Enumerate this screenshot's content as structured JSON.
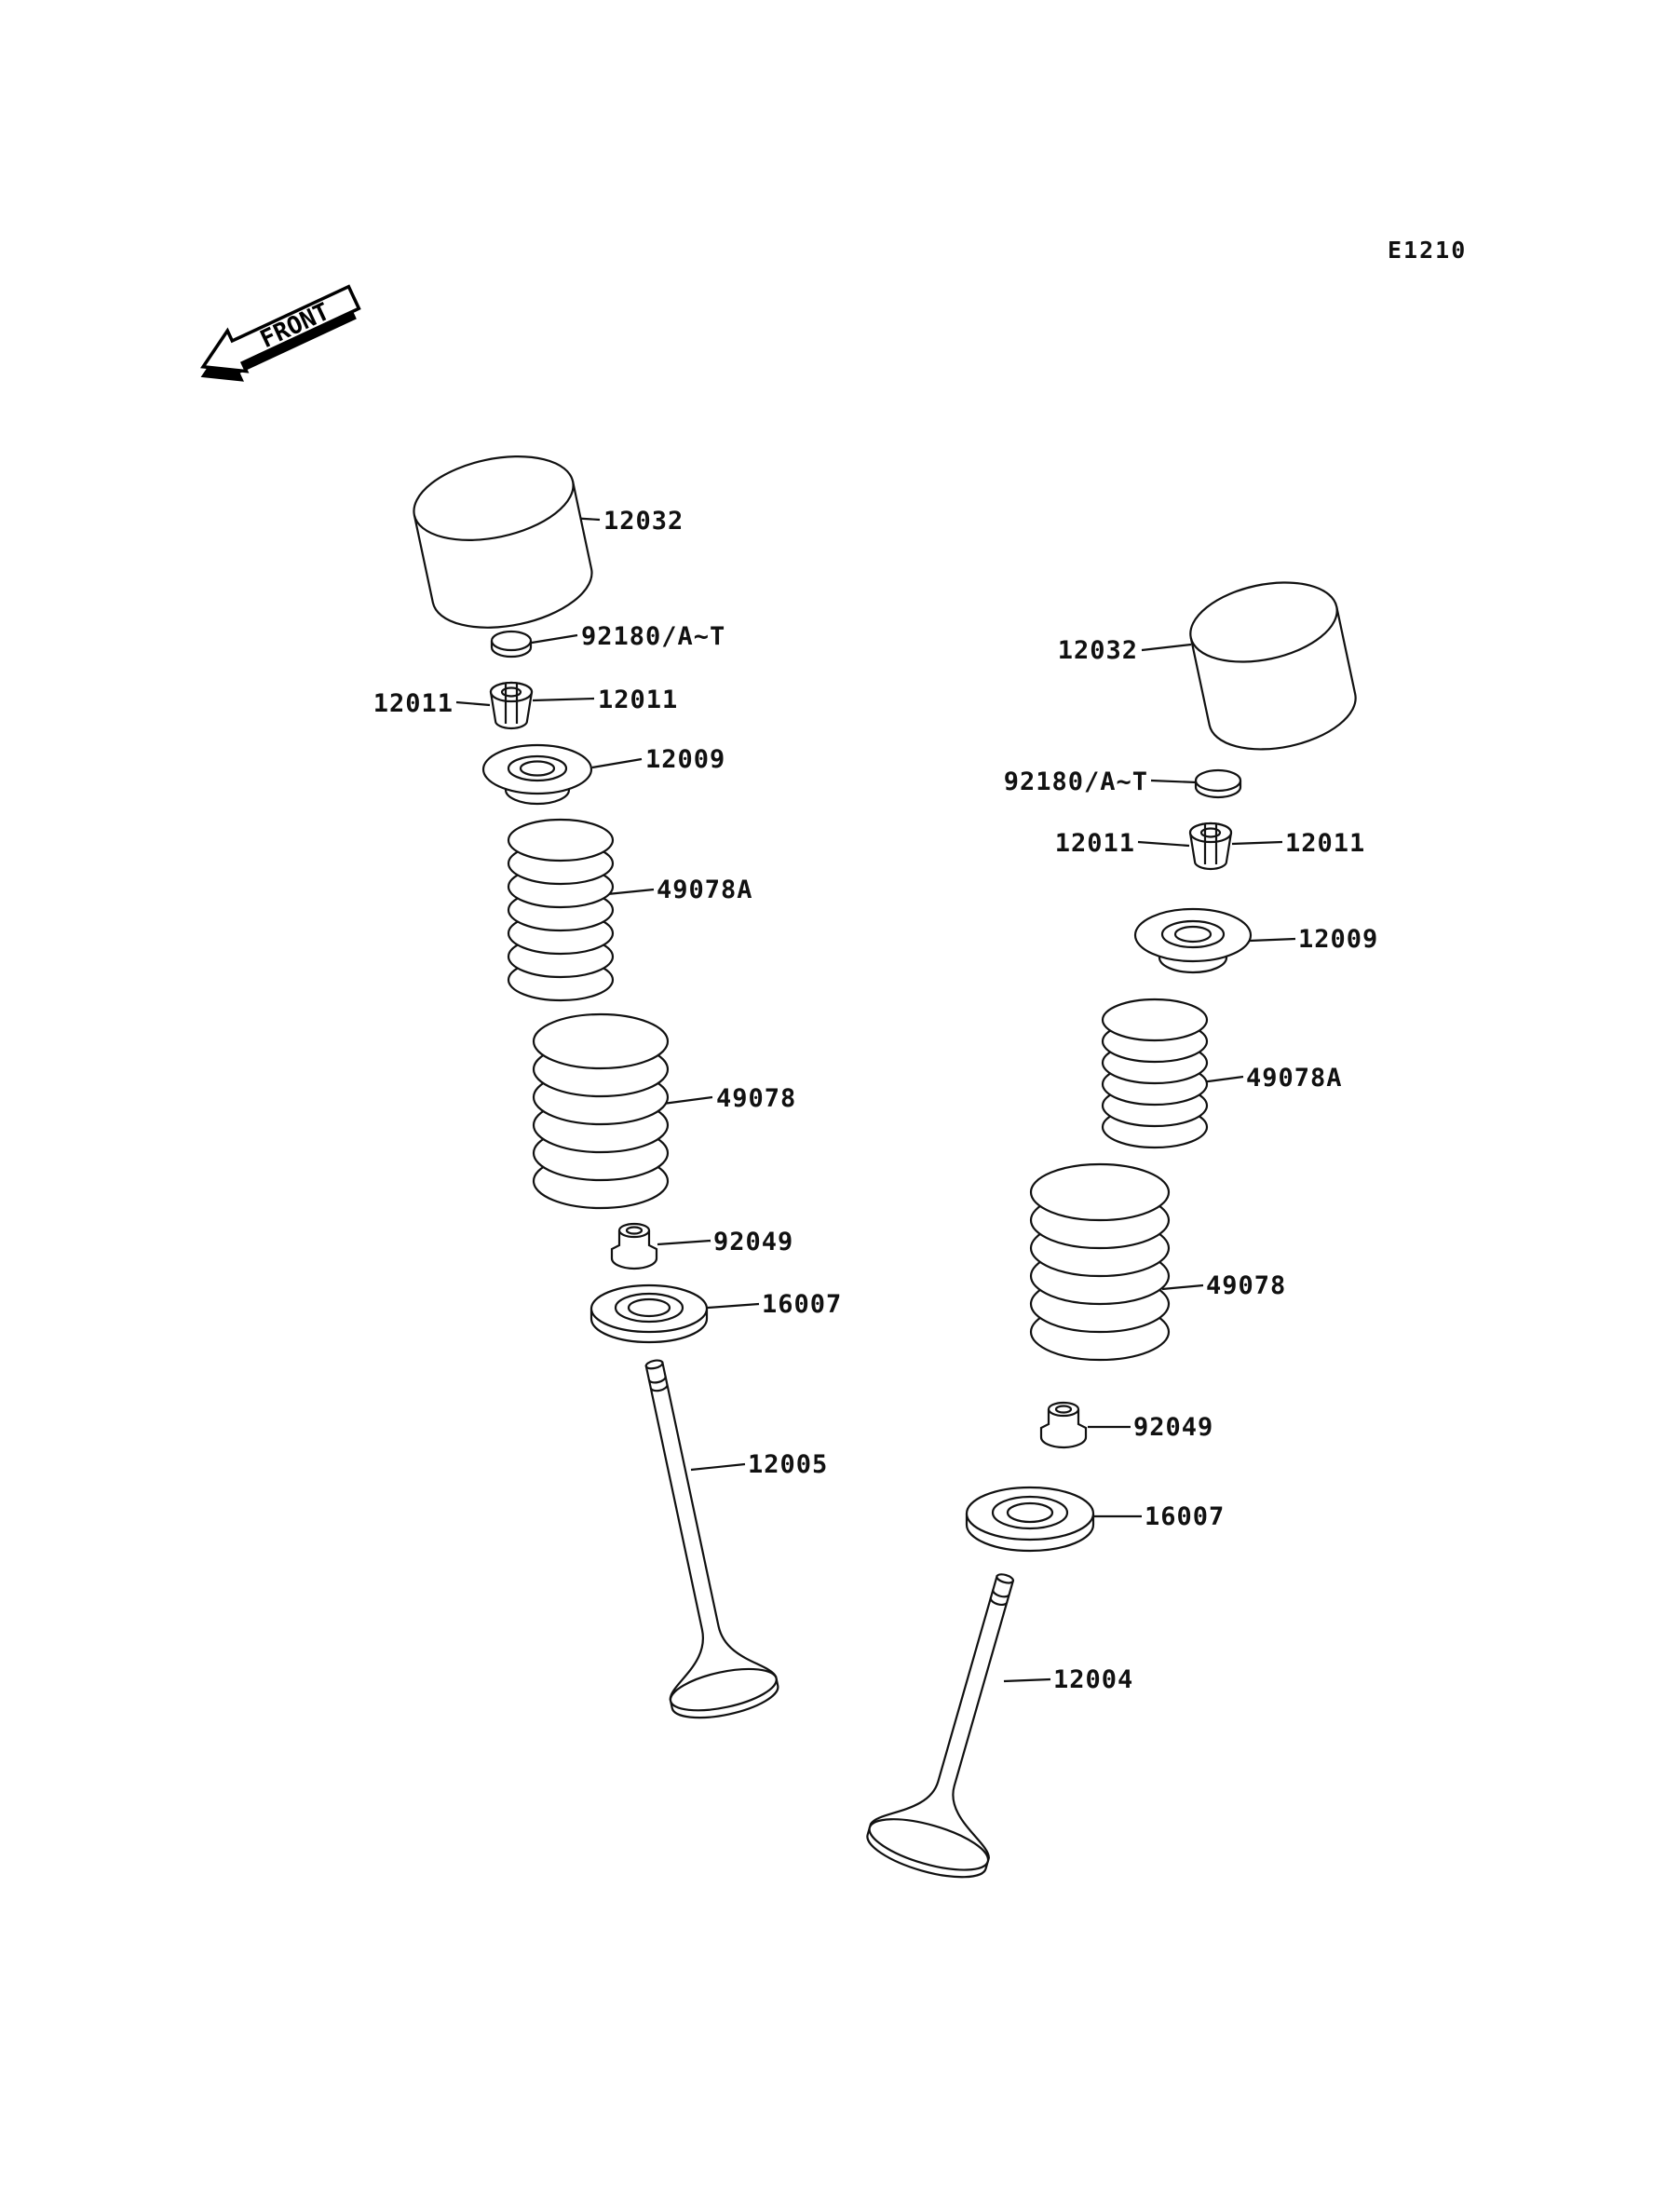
{
  "diagram": {
    "code": "E1210",
    "front": "FRONT",
    "left": {
      "tappet": "12032",
      "shim": "92180/A~T",
      "keeper": "12011",
      "retainer": "12009",
      "spring_inner": "49078A",
      "spring_outer": "49078",
      "seal": "92049",
      "seat": "16007",
      "valve": "12005"
    },
    "right": {
      "tappet": "12032",
      "shim": "92180/A~T",
      "keeper": "12011",
      "retainer": "12009",
      "spring_inner": "49078A",
      "spring_outer": "49078",
      "seal": "92049",
      "seat": "16007",
      "valve": "12004"
    }
  }
}
